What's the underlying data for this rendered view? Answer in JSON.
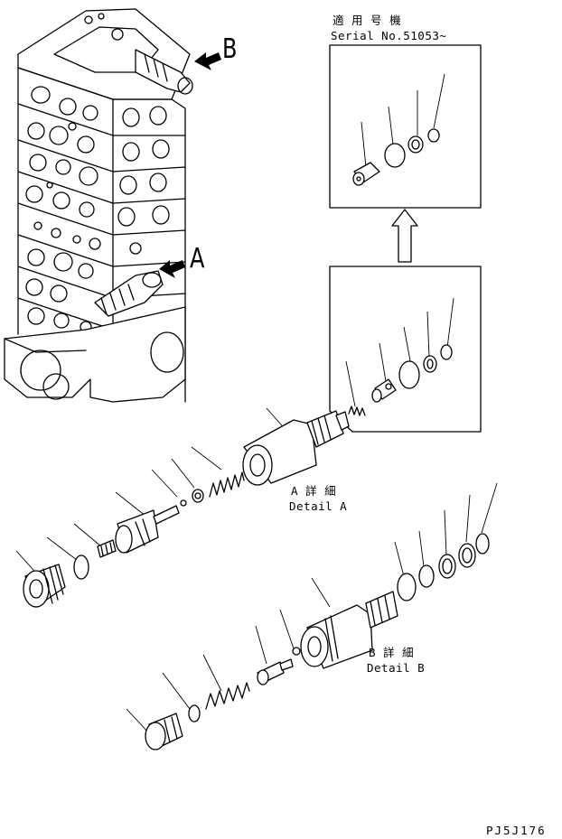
{
  "labels": {
    "serial_jp": "適 用 号 機",
    "serial_no": "Serial No.51053~",
    "callout_a": "A",
    "callout_b": "B",
    "detail_a_jp": "A 詳 細",
    "detail_a_en": "Detail A",
    "detail_b_jp": "B 詳 細",
    "detail_b_en": "Detail B",
    "drawing_code": "PJ5J176"
  },
  "colors": {
    "line": "#000000",
    "background": "#ffffff"
  }
}
